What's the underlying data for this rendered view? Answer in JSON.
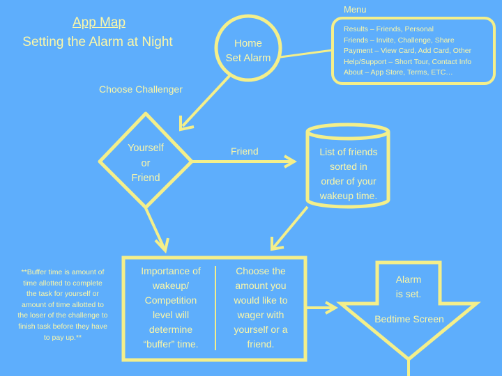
{
  "title": {
    "main": "App Map",
    "subtitle": "Setting the Alarm at Night"
  },
  "home": {
    "line1": "Home",
    "line2": "Set Alarm"
  },
  "menu": {
    "title": "Menu",
    "items": [
      "Results – Friends, Personal",
      "Friends – Invite, Challenge, Share",
      "Payment – View Card, Add Card, Other",
      "Help/Support – Short Tour, Contact Info",
      "About – App Store, Terms, ETC…"
    ]
  },
  "labels": {
    "choose_challenger": "Choose Challenger",
    "friend_arrow": "Friend"
  },
  "decision": {
    "line1": "Yourself",
    "line2": "or",
    "line3": "Friend"
  },
  "friends_list": {
    "lines": [
      "List of friends",
      "sorted in",
      "order of your",
      "wakeup time."
    ]
  },
  "process": {
    "left_lines": [
      "Importance of",
      "wakeup/",
      "Competition",
      "level will",
      "determine",
      "“buffer” time."
    ],
    "right_lines": [
      "Choose the",
      "amount you",
      "would like to",
      "wager with",
      "yourself or a",
      "friend."
    ]
  },
  "note": {
    "prefix": "**",
    "lines": [
      "Buffer time is amount of",
      "time allotted to complete",
      "the task for yourself or",
      "amount of time allotted to",
      "the loser of the challenge to",
      "finish task before they have",
      "to pay up."
    ],
    "suffix": "**"
  },
  "alarm": {
    "line1": "Alarm",
    "line2": "is set.",
    "screen": "Bedtime Screen"
  },
  "colors": {
    "background": "#5eaefc",
    "stroke": "#f4ef8a",
    "text": "#fbf7a8"
  }
}
